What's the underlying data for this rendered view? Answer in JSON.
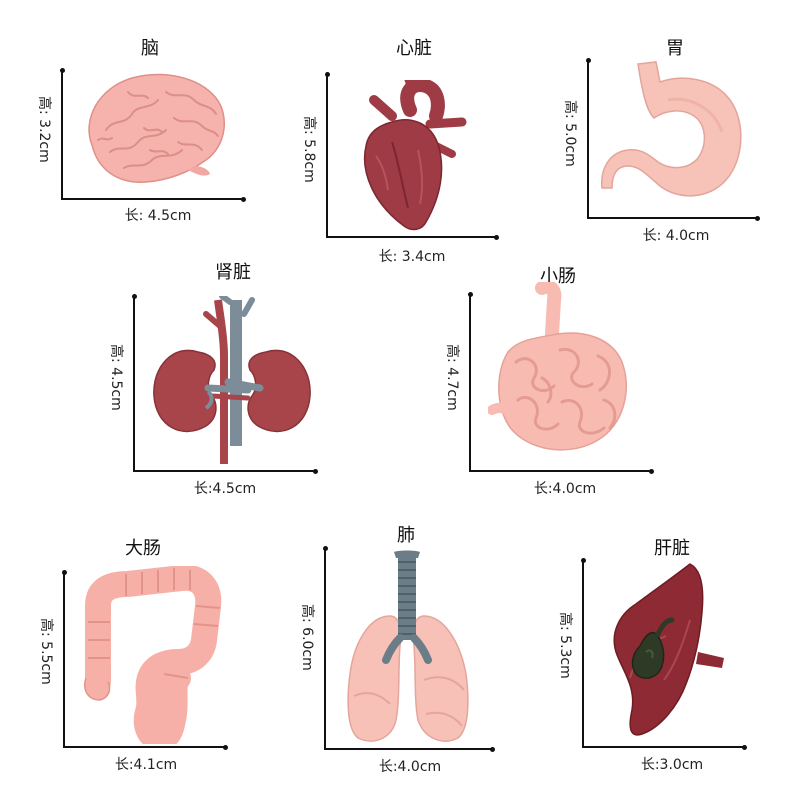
{
  "organs": {
    "brain": {
      "title": "脑",
      "length": "长: 4.5cm",
      "height": "高: 3.2cm"
    },
    "heart": {
      "title": "心脏",
      "length": "长: 3.4cm",
      "height": "高: 5.8cm"
    },
    "stomach": {
      "title": "胃",
      "length": "长: 4.0cm",
      "height": "高: 5.0cm"
    },
    "kidney": {
      "title": "肾脏",
      "length": "长:4.5cm",
      "height": "高: 4.5cm"
    },
    "small_int": {
      "title": "小肠",
      "length": "长:4.0cm",
      "height": "高: 4.7cm"
    },
    "large_int": {
      "title": "大肠",
      "length": "长:4.1cm",
      "height": "高: 5.5cm"
    },
    "lung": {
      "title": "肺",
      "length": "长:4.0cm",
      "height": "高: 6.0cm"
    },
    "liver": {
      "title": "肝脏",
      "length": "长:3.0cm",
      "height": "高: 5.3cm"
    }
  },
  "colors": {
    "pink_organ": "#f6b3ad",
    "heart_red": "#9e3b45",
    "kidney_red": "#a8454b",
    "vessel_gray": "#7d8c99",
    "liver_red": "#8e2a33",
    "gallbladder": "#2f3a26"
  }
}
